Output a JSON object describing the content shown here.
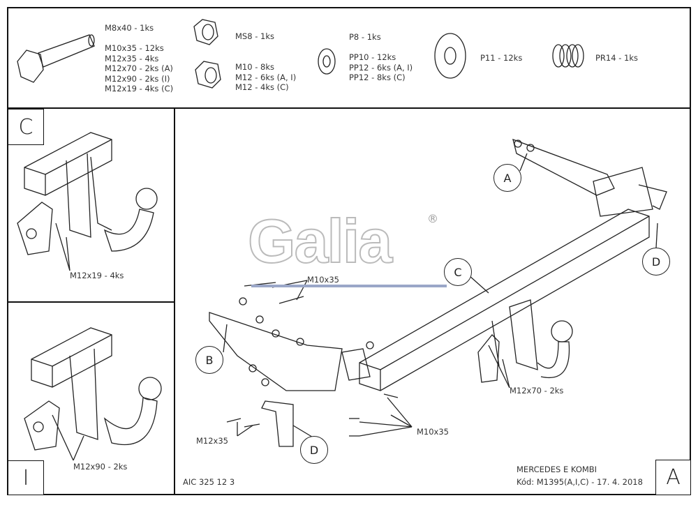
{
  "parts": {
    "bolts": [
      "M8x40 - 1ks",
      "M10x35 - 12ks",
      "M12x35 - 4ks",
      "M12x70 - 2ks (A)",
      "M12x90 - 2ks (I)",
      "M12x19 - 4ks (C)"
    ],
    "nut_ms": "MS8 - 1ks",
    "nuts": [
      "M10 - 8ks",
      "M12 - 6ks (A, I)",
      "M12 - 4ks (C)"
    ],
    "washer_p8": "P8 - 1ks",
    "washers": [
      "PP10 - 12ks",
      "PP12 - 6ks (A, I)",
      "PP12 - 8ks (C)"
    ],
    "washer_p11": "P11 - 12ks",
    "spring": "PR14 - 1ks"
  },
  "variants": {
    "c": {
      "letter": "C",
      "bolt_label": "M12x19 - 4ks"
    },
    "i": {
      "letter": "I",
      "bolt_label": "M12x90 - 2ks"
    },
    "a": {
      "letter": "A"
    }
  },
  "main": {
    "logo": "Galia",
    "logo_mark": "®",
    "callouts": [
      "A",
      "B",
      "C",
      "D",
      "D"
    ],
    "labels": {
      "m10x35_top": "M10x35",
      "m10x35_bottom": "M10x35",
      "m12x35": "M12x35",
      "m12x70": "M12x70 - 2ks"
    },
    "code": "AIC 325 12 3",
    "vehicle": "MERCEDES E KOMBI",
    "kod": "Kód: M1395(A,I,C) - 17. 4. 2018"
  }
}
